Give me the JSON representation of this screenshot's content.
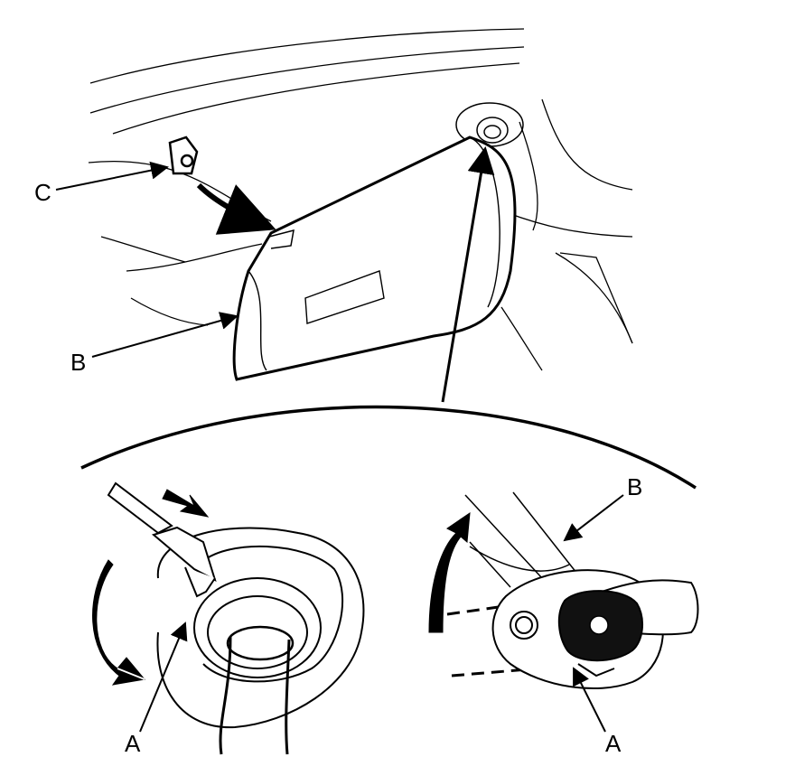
{
  "callouts": {
    "top_c": "C",
    "top_b": "B",
    "detail_right_b": "B",
    "detail_left_a": "A",
    "detail_right_a": "A"
  },
  "colors": {
    "line": "#000000",
    "background": "#ffffff"
  }
}
